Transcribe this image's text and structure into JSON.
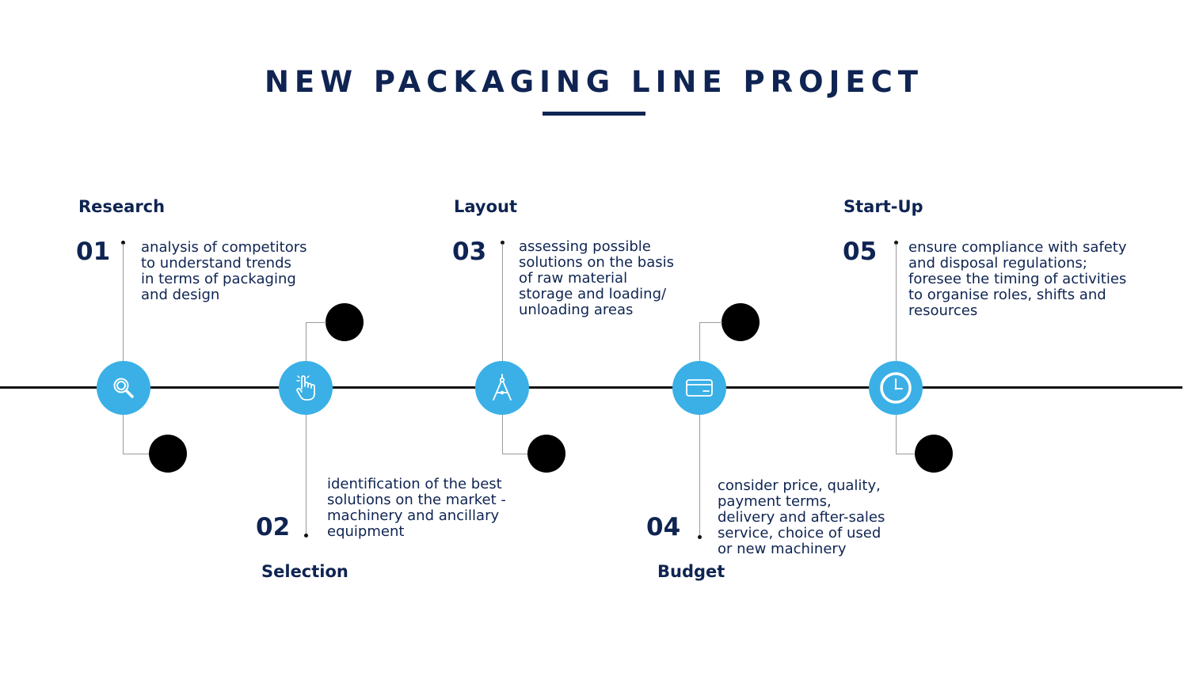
{
  "title": "NEW PACKAGING LINE PROJECT",
  "colors": {
    "navy": "#0f2452",
    "accent_blue": "#3ab0e6",
    "black": "#000000",
    "connector_gray": "#9a9a9a"
  },
  "steps": [
    {
      "number": "01",
      "title": "Research",
      "icon": "magnifier-icon",
      "description_lines": [
        "analysis of competitors",
        "to understand trends",
        "in terms of packaging",
        "and design"
      ]
    },
    {
      "number": "02",
      "title": "Selection",
      "icon": "pointing-hand-icon",
      "description_lines": [
        "identification of the best",
        "solutions on the market -",
        "machinery and ancillary",
        "equipment"
      ]
    },
    {
      "number": "03",
      "title": "Layout",
      "icon": "drafting-compass-icon",
      "description_lines": [
        "assessing possible",
        "solutions on the basis",
        "of raw material",
        "storage and loading/",
        "unloading areas"
      ]
    },
    {
      "number": "04",
      "title": "Budget",
      "icon": "credit-card-icon",
      "description_lines": [
        "consider price, quality,",
        "payment terms,",
        "delivery and after-sales",
        "service, choice of used",
        "or new machinery"
      ]
    },
    {
      "number": "05",
      "title": "Start-Up",
      "icon": "clock-icon",
      "description_lines": [
        "ensure compliance with safety",
        "and disposal regulations;",
        "foresee the timing of activities",
        "to organise roles, shifts and",
        "resources"
      ]
    }
  ]
}
